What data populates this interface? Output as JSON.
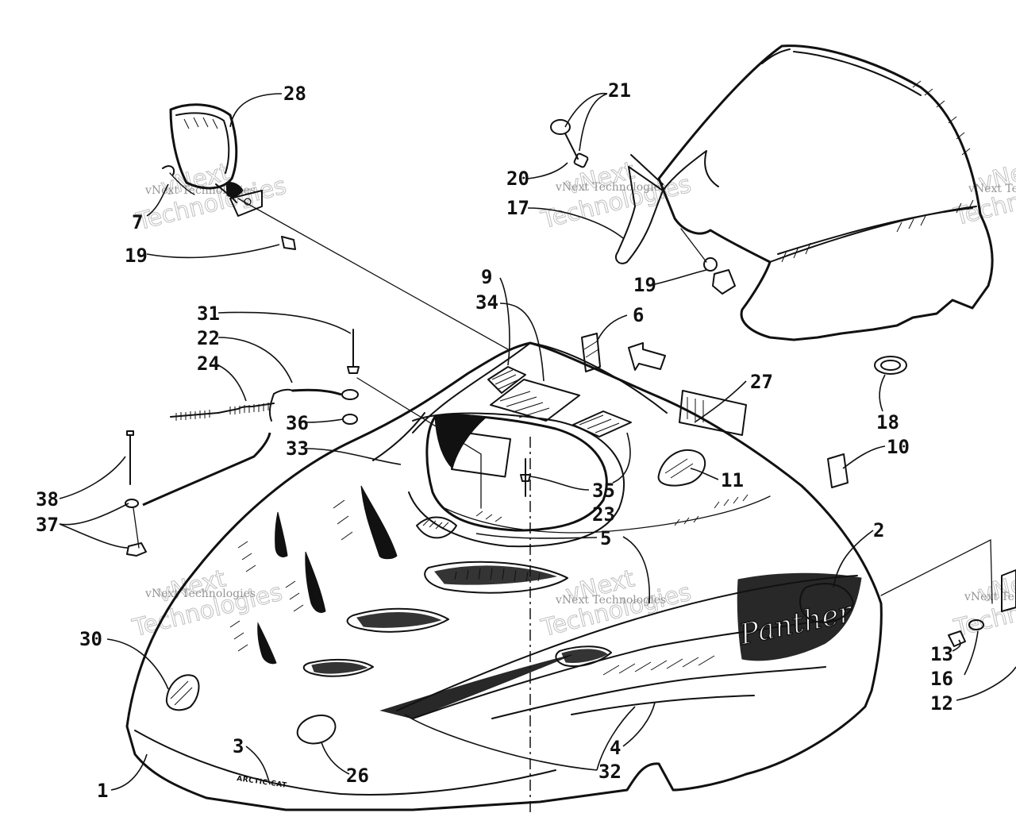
{
  "diagram": {
    "callouts": [
      "1",
      "2",
      "3",
      "4",
      "5",
      "6",
      "7",
      "9",
      "10",
      "11",
      "12",
      "13",
      "16",
      "17",
      "18",
      "19",
      "19",
      "20",
      "21",
      "22",
      "23",
      "24",
      "26",
      "27",
      "28",
      "30",
      "31",
      "32",
      "33",
      "34",
      "35",
      "36",
      "37",
      "38"
    ],
    "logos": {
      "hood_logo": "ARCTIC CAT",
      "hood_script": "Panther"
    },
    "watermark": {
      "line1": "vNext",
      "line2": "Technologies",
      "small": "vNext Technologies"
    }
  }
}
